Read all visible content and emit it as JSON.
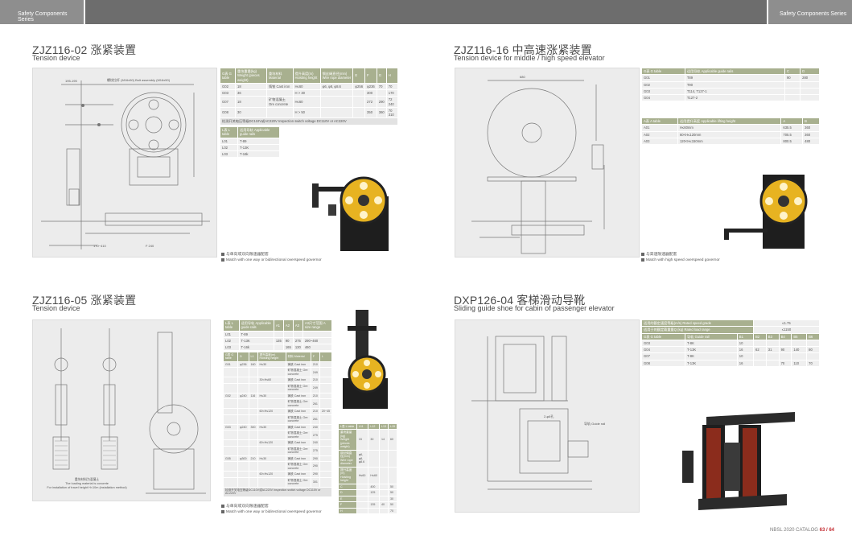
{
  "header": {
    "left_label": "Safety Components Series",
    "right_label": "Safety Components Series"
  },
  "sections": {
    "s1": {
      "title": "ZJZ116-02 涨紧装置",
      "subtitle": "Tension device"
    },
    "s2": {
      "title": "ZJZ116-16 中高速涨紧装置",
      "subtitle": "Tension device for middle / high speed elevator"
    },
    "s3": {
      "title": "ZJZ116-05 涨紧装置",
      "subtitle": "Tension device"
    },
    "s4": {
      "title": "DXP126-04 客梯滑动导靴",
      "subtitle": "Sliding guide shoe for cabin of passenger elevator"
    }
  },
  "t1": {
    "headers": [
      "G表 G table",
      "重块重量(kg) Weight (pieces weight)",
      "重块材料 Material",
      "提升高度(m) Hoisting height",
      "钢丝绳直径(mm) Wire rope diameter",
      "E",
      "F",
      "G",
      "H"
    ],
    "rows": [
      [
        "G02",
        "18",
        "铸铁 Cast iron",
        "H≤60",
        "φ6, φ8, φ8.6",
        "φ256",
        "φ236",
        "70",
        "70"
      ],
      [
        "G03",
        "36",
        "",
        "H > 30",
        "",
        "",
        "300",
        "",
        "170"
      ],
      [
        "G07",
        "18",
        "矿物混凝土 Ore concrete",
        "H≤60",
        "",
        "",
        "272",
        "290",
        "72 240"
      ],
      [
        "G08",
        "30",
        "",
        "H > 50",
        "",
        "",
        "350",
        "360",
        "70 310"
      ]
    ],
    "footnote": "检测开关电压等级DC110V或AC220V  Inspection switch voltage DC110V or AC220V",
    "lheaders": [
      "L表 L table",
      "适用导轨 Applicable guide rails"
    ],
    "lrows": [
      [
        "L01",
        "T-89"
      ],
      [
        "L02",
        "T-13K"
      ],
      [
        "L03",
        "T-16k"
      ]
    ]
  },
  "t2": {
    "headers": [
      "G表 G table",
      "适用导轨 Applicable guide rails",
      "C",
      "D"
    ],
    "rows": [
      [
        "G01",
        "T89",
        "90",
        "280"
      ],
      [
        "G02",
        "T90",
        "",
        ""
      ],
      [
        "G03",
        "T114, T127-1",
        "",
        ""
      ],
      [
        "G04",
        "T127-2",
        "",
        ""
      ]
    ],
    "aheaders": [
      "A表 A table",
      "适用提升高度 Applicable lifting height",
      "A",
      "B"
    ],
    "arows": [
      [
        "A01",
        "H≤60mm",
        "635.5",
        "360"
      ],
      [
        "A02",
        "60<H≤120mm",
        "705.5",
        "360"
      ],
      [
        "A03",
        "120<H≤150mm",
        "800.5",
        "480"
      ]
    ]
  },
  "t3": {
    "lheaders": [
      "L表 L table",
      "适用导轨 Applicable guide rails",
      "A1",
      "A2",
      "A3",
      "A3尺寸范围 A size range"
    ],
    "lrows": [
      [
        "L01",
        "T-89",
        "",
        "",
        "",
        ""
      ],
      [
        "L02",
        "T-13K",
        "135",
        "90",
        "275",
        "290~460"
      ],
      [
        "L03",
        "T-16k",
        "",
        "165",
        "130",
        "460"
      ]
    ],
    "gheaders": [
      "G表 G table",
      "D",
      "L1",
      "提升高度(m) Hoisting height",
      "材料 Material",
      "F",
      "L"
    ],
    "grows": [
      [
        "G01",
        "φ236",
        "160",
        "H≤30",
        "铸铁 Cast iron",
        "210",
        ""
      ],
      [
        "",
        "",
        "",
        "",
        "矿物混凝土 Ore concrete",
        "249",
        ""
      ],
      [
        "",
        "",
        "",
        "30<H≤60",
        "铸铁 Cast iron",
        "210",
        ""
      ],
      [
        "",
        "",
        "",
        "",
        "矿物混凝土 Ore concrete",
        "249",
        ""
      ],
      [
        "G02",
        "φ240",
        "116",
        "H≤30",
        "铸铁 Cast iron",
        "210",
        ""
      ],
      [
        "",
        "",
        "",
        "",
        "矿物混凝土 Ore concrete",
        "261",
        ""
      ],
      [
        "",
        "",
        "",
        "60<H≤120",
        "铸铁 Cast iron",
        "210",
        "20~45"
      ],
      [
        "",
        "",
        "",
        "",
        "矿物混凝土 Ore concrete",
        "261",
        ""
      ],
      [
        "G03",
        "φ240",
        "300",
        "H≤30",
        "铸铁 Cast iron",
        "240",
        ""
      ],
      [
        "",
        "",
        "",
        "",
        "矿物混凝土 Ore concrete",
        "275",
        ""
      ],
      [
        "",
        "",
        "",
        "60<H≤120",
        "铸铁 Cast iron",
        "240",
        ""
      ],
      [
        "",
        "",
        "",
        "",
        "矿物混凝土 Ore concrete",
        "275",
        ""
      ],
      [
        "G05",
        "φ300",
        "210",
        "H≤30",
        "铸铁 Cast iron",
        "290",
        ""
      ],
      [
        "",
        "",
        "",
        "",
        "矿物混凝土 Ore concrete",
        "290",
        ""
      ],
      [
        "",
        "",
        "",
        "60<H≤120",
        "铸铁 Cast iron",
        "290",
        ""
      ],
      [
        "",
        "",
        "",
        "",
        "矿物混凝土 Ore concrete",
        "301",
        ""
      ]
    ],
    "footnote": "检测开关电压等级DC110V或AC220V  Inspection switch voltage DC110V or AC220V"
  },
  "t4": {
    "speed_label": "适用的额定速度等级(m/s) Rated speed grade",
    "speed_value": "≤1.75",
    "load_label": "适用于的额定载重量Q (kg) Rated load range",
    "load_value": "≤1150",
    "headers": [
      "G表 G table",
      "导轨 Guide rail",
      "B1",
      "B2",
      "B3",
      "B4",
      "B5",
      "B6"
    ],
    "rows": [
      [
        "G03",
        "T-8K",
        "10",
        "",
        "",
        "",
        "",
        ""
      ],
      [
        "G04",
        "T-13K",
        "16",
        "62",
        "31",
        "90",
        "140",
        "80"
      ],
      [
        "G07",
        "T-8K",
        "10",
        "",
        "",
        "",
        "",
        ""
      ],
      [
        "G08",
        "T-13K",
        "16",
        "",
        "",
        "70",
        "110",
        "70"
      ]
    ]
  },
  "t5": {
    "rows": [
      [
        "L表 L table",
        "L11",
        "L12",
        "L13",
        "L15"
      ],
      [
        "重块重量(kg) Weight (pieces weight)",
        "15",
        "30",
        "14",
        "60"
      ],
      [
        "钢丝绳直径(mm) Wire rope diameter",
        "φ6, φ8, φ8.6",
        "",
        "",
        ""
      ],
      [
        "提升高度(m) Hoisting height",
        "H≤60",
        "H≤60",
        "",
        ""
      ],
      [
        "C",
        "",
        "400",
        "",
        "50"
      ],
      [
        "D",
        "",
        "125",
        "",
        "50"
      ],
      [
        "E",
        "",
        "",
        "",
        "30"
      ],
      [
        "F",
        "",
        "135",
        "40",
        "50"
      ],
      [
        "H",
        "",
        "",
        "",
        "70"
      ]
    ]
  },
  "notes": {
    "s1": {
      "cn": "与单向或双向限速器配套",
      "en": "Match with one way or bidirectional overspeed governor"
    },
    "s2": {
      "cn": "与高速限速器配套",
      "en": "Match with high speed overspeed governor"
    },
    "s3": {
      "cn": "与单向或双向限速器配套",
      "en": "Match with one way or bidirectional overspeed governor"
    }
  },
  "drawing_labels": {
    "s1_top": "螺纹拉杆 (M16x50) Bolt assembly (M16x50)",
    "s1_dim_a": "195-195",
    "s1_dim_b": "170~410",
    "s1_dim_c": "F 240",
    "s2_dim": "680",
    "s3_note1": "重块材料为混凝土",
    "s3_note2": "The loading material is concrete",
    "s3_note3": "For installation of travel height H<10m (installation method)",
    "s4_label1": "2-φ6孔",
    "s4_label2": "导轨 Guide rail"
  },
  "footer": {
    "catalog": "NBSL 2020 CATALOG",
    "pages": "63 / 64"
  },
  "colors": {
    "topbar_light": "#8e8e8e",
    "topbar_dark": "#6d6d6d",
    "table_header": "#a8b08f",
    "pulley_yellow": "#e7b321",
    "page_accent": "#c3282e"
  }
}
